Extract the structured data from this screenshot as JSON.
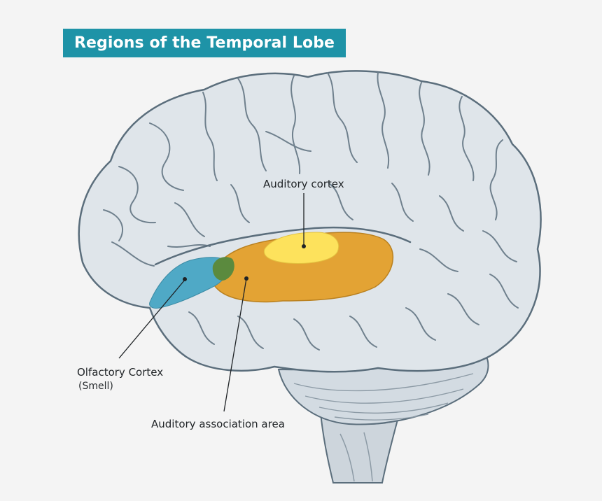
{
  "title": "Regions of the Temporal Lobe",
  "labels": {
    "auditory_cortex": "Auditory cortex",
    "olfactory_cortex": "Olfactory Cortex",
    "olfactory_sub": "(Smell)",
    "auditory_association": "Auditory association area"
  },
  "colors": {
    "title_bg": "#1e93a7",
    "brain_fill": "#dfe5ea",
    "brain_outline": "#5b6e7c",
    "auditory_cortex": "#fde25c",
    "auditory_association": "#e3a334",
    "olfactory_cortex": "#4fa9c6",
    "overlap": "#5b8a3e"
  }
}
